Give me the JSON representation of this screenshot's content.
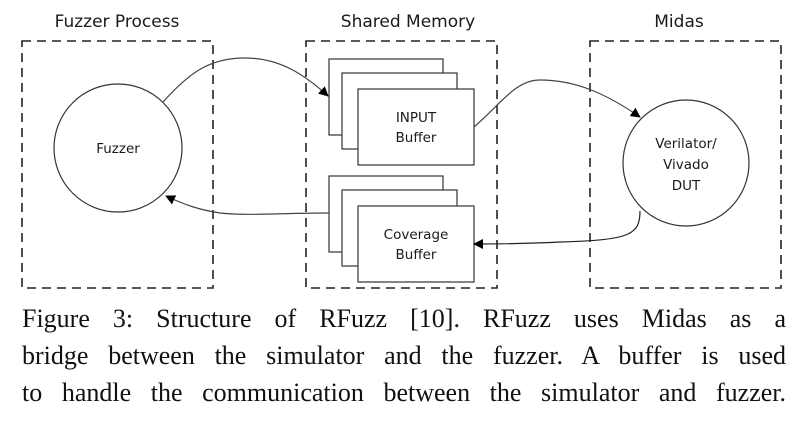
{
  "groups": {
    "fuzzer_process": "Fuzzer Process",
    "shared_memory": "Shared Memory",
    "midas": "Midas"
  },
  "nodes": {
    "fuzzer": "Fuzzer",
    "input_buffer": [
      "INPUT",
      "Buffer"
    ],
    "coverage_buffer": [
      "Coverage",
      "Buffer"
    ],
    "dut": [
      "Verilator/",
      "Vivado",
      "DUT"
    ]
  },
  "edges": [
    {
      "from": "Fuzzer",
      "to": "INPUT Buffer"
    },
    {
      "from": "INPUT Buffer",
      "to": "Verilator/Vivado DUT"
    },
    {
      "from": "Verilator/Vivado DUT",
      "to": "Coverage Buffer"
    },
    {
      "from": "Coverage Buffer",
      "to": "Fuzzer"
    }
  ],
  "caption": {
    "lines": [
      "Figure 3: Structure of RFuzz [10]. RFuzz uses Midas as a",
      "bridge between the simulator and the fuzzer. A buffer is used",
      "to handle the communication between the simulator and fuzzer."
    ]
  }
}
